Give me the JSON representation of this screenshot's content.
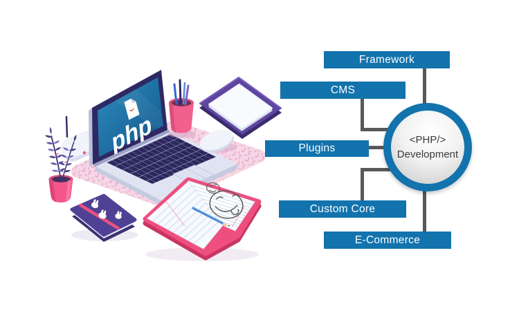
{
  "illustration": {
    "screen_text": "php"
  },
  "diagram": {
    "hub": {
      "line1": "<PHP/>",
      "line2": "Development"
    },
    "nodes": [
      {
        "label": "Framework"
      },
      {
        "label": "CMS"
      },
      {
        "label": "Plugins"
      },
      {
        "label": "Custom Core"
      },
      {
        "label": "E-Commerce"
      }
    ],
    "colors": {
      "bar_blue": "#1273ad",
      "connector_gray": "#58585a",
      "hub_ring_blue": "#1273ad",
      "hub_text": "#3a3a3a"
    }
  }
}
